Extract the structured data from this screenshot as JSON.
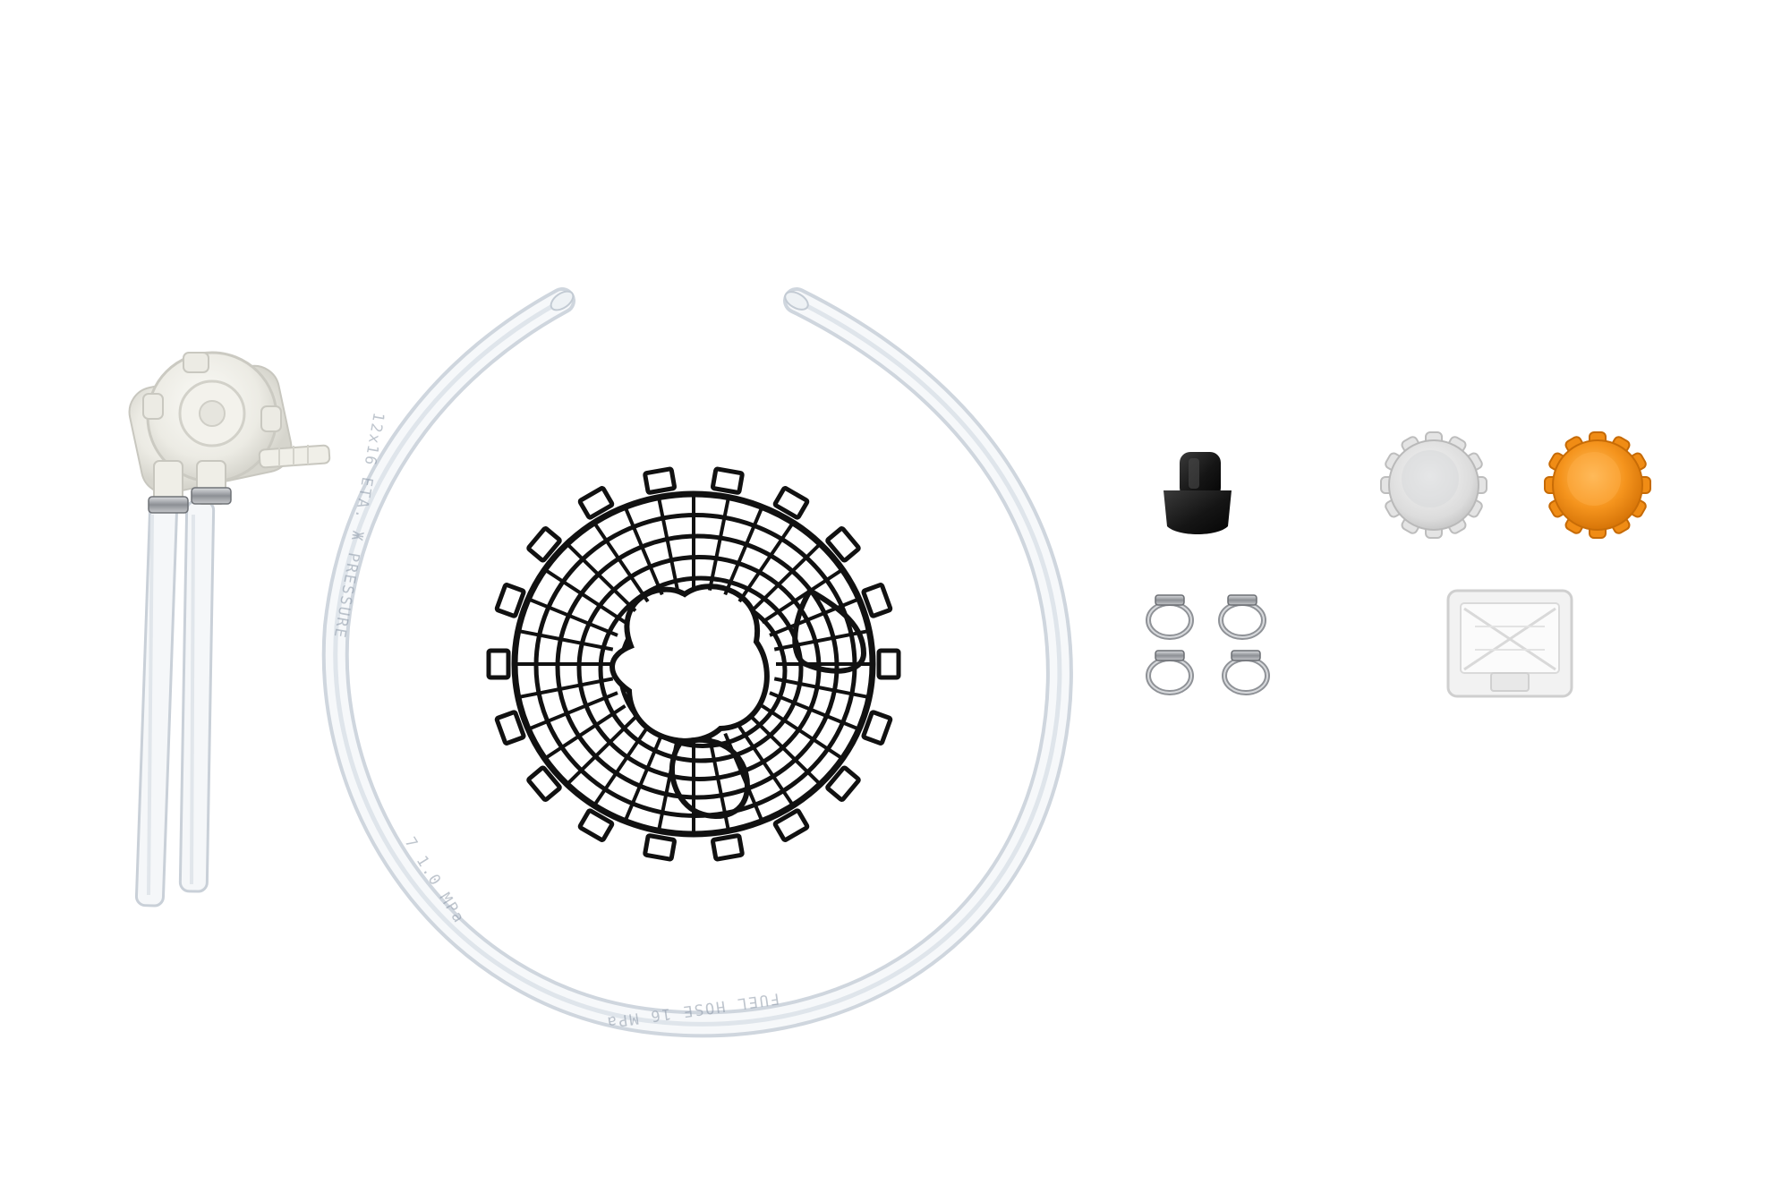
{
  "image": {
    "kind": "product-parts-photo",
    "background": "#ffffff"
  },
  "parts": [
    {
      "name": "hand-pump",
      "icon": "pump-icon",
      "color": "#f1f0ea"
    },
    {
      "name": "hose-clamps-on-pump",
      "icon": "clamp-icon",
      "color": "#a7a9ad"
    },
    {
      "name": "short-clear-tubes",
      "icon": "tube-icon",
      "color": "#e7ecf1"
    },
    {
      "name": "long-clear-tube",
      "icon": "tube-coil-icon",
      "color": "#e6ebf0"
    },
    {
      "name": "wire-basket-guard",
      "icon": "grid-guard-icon",
      "color": "#121212"
    },
    {
      "name": "black-connector",
      "icon": "connector-icon",
      "color": "#1b1b1b"
    },
    {
      "name": "white-cap",
      "icon": "cap-icon",
      "color": "#e7e7e7"
    },
    {
      "name": "orange-cap",
      "icon": "cap-icon",
      "color": "#f39018"
    },
    {
      "name": "hose-clamps-set",
      "icon": "clamp-icon",
      "color": "#9fa2a6",
      "count": 4
    },
    {
      "name": "square-filter",
      "icon": "filter-icon",
      "color": "#ededed"
    }
  ],
  "tube_print": {
    "text_a": "12x16 ETA. Ж PRESSURE",
    "text_b": "7 1.0 MPa",
    "text_c": "FUEL HOSE 16 MPa"
  }
}
